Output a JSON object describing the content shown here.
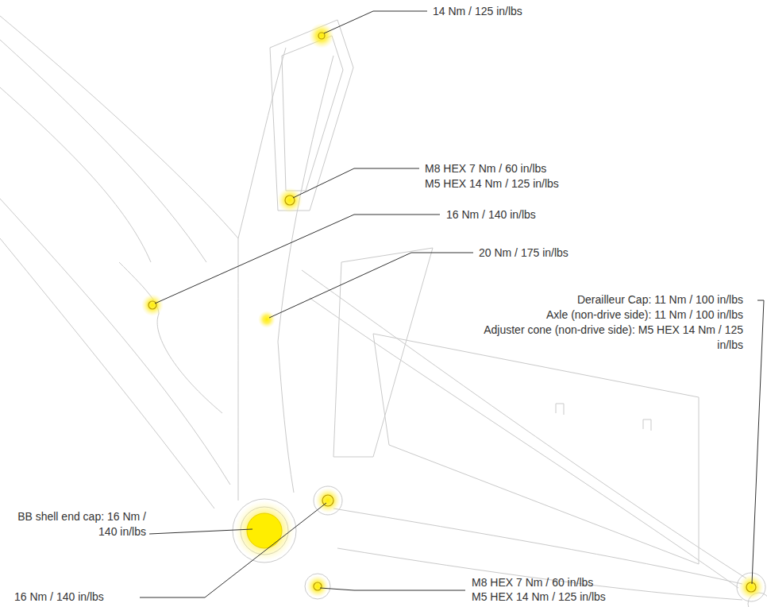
{
  "diagram": {
    "labels": [
      "14 Nm / 125 in/lbs",
      "M8 HEX 7 Nm / 60 in/lbs",
      "M5 HEX 14 Nm / 125 in/lbs",
      "16 Nm / 140 in/lbs",
      "20 Nm / 175 in/lbs",
      "Derailleur Cap: 11 Nm / 100 in/lbs",
      "Axle (non-drive side): 11 Nm / 100 in/lbs",
      "Adjuster cone (non-drive side): M5 HEX 14 Nm / 125 in/lbs",
      "BB shell end cap: 16 Nm / 140 in/lbs",
      "16 Nm / 140 in/lbs",
      "M8 HEX 7 Nm / 60 in/lbs",
      "M5 HEX 14 Nm / 125 in/lbs"
    ]
  }
}
